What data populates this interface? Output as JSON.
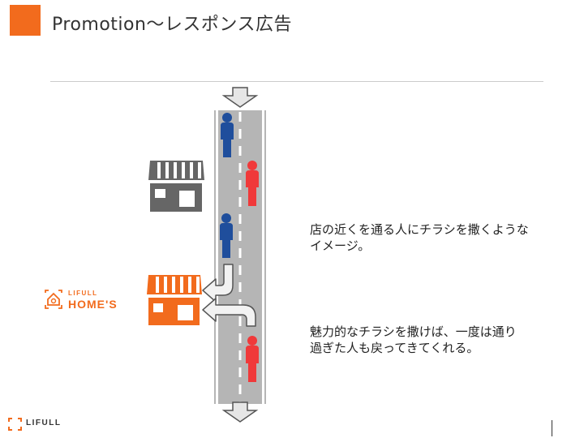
{
  "header": {
    "title": "Promotion〜レスポンス広告"
  },
  "captions": {
    "first": [
      "店の近くを通る人にチラシを撒くような",
      "イメージ。"
    ],
    "second": [
      "魅力的なチラシを撒けば、一度は通り",
      "過ぎた人も戻ってきてくれる。"
    ]
  },
  "homes_logo": {
    "small": "LIFULL",
    "main": "HOME'S"
  },
  "footer": {
    "logo_text": "LIFULL"
  },
  "colors": {
    "accent": "#f26b1d",
    "road": "#b5b5b5",
    "store_gray": "#666666",
    "person_blue": "#1f4e9c",
    "person_red": "#f0393a"
  }
}
